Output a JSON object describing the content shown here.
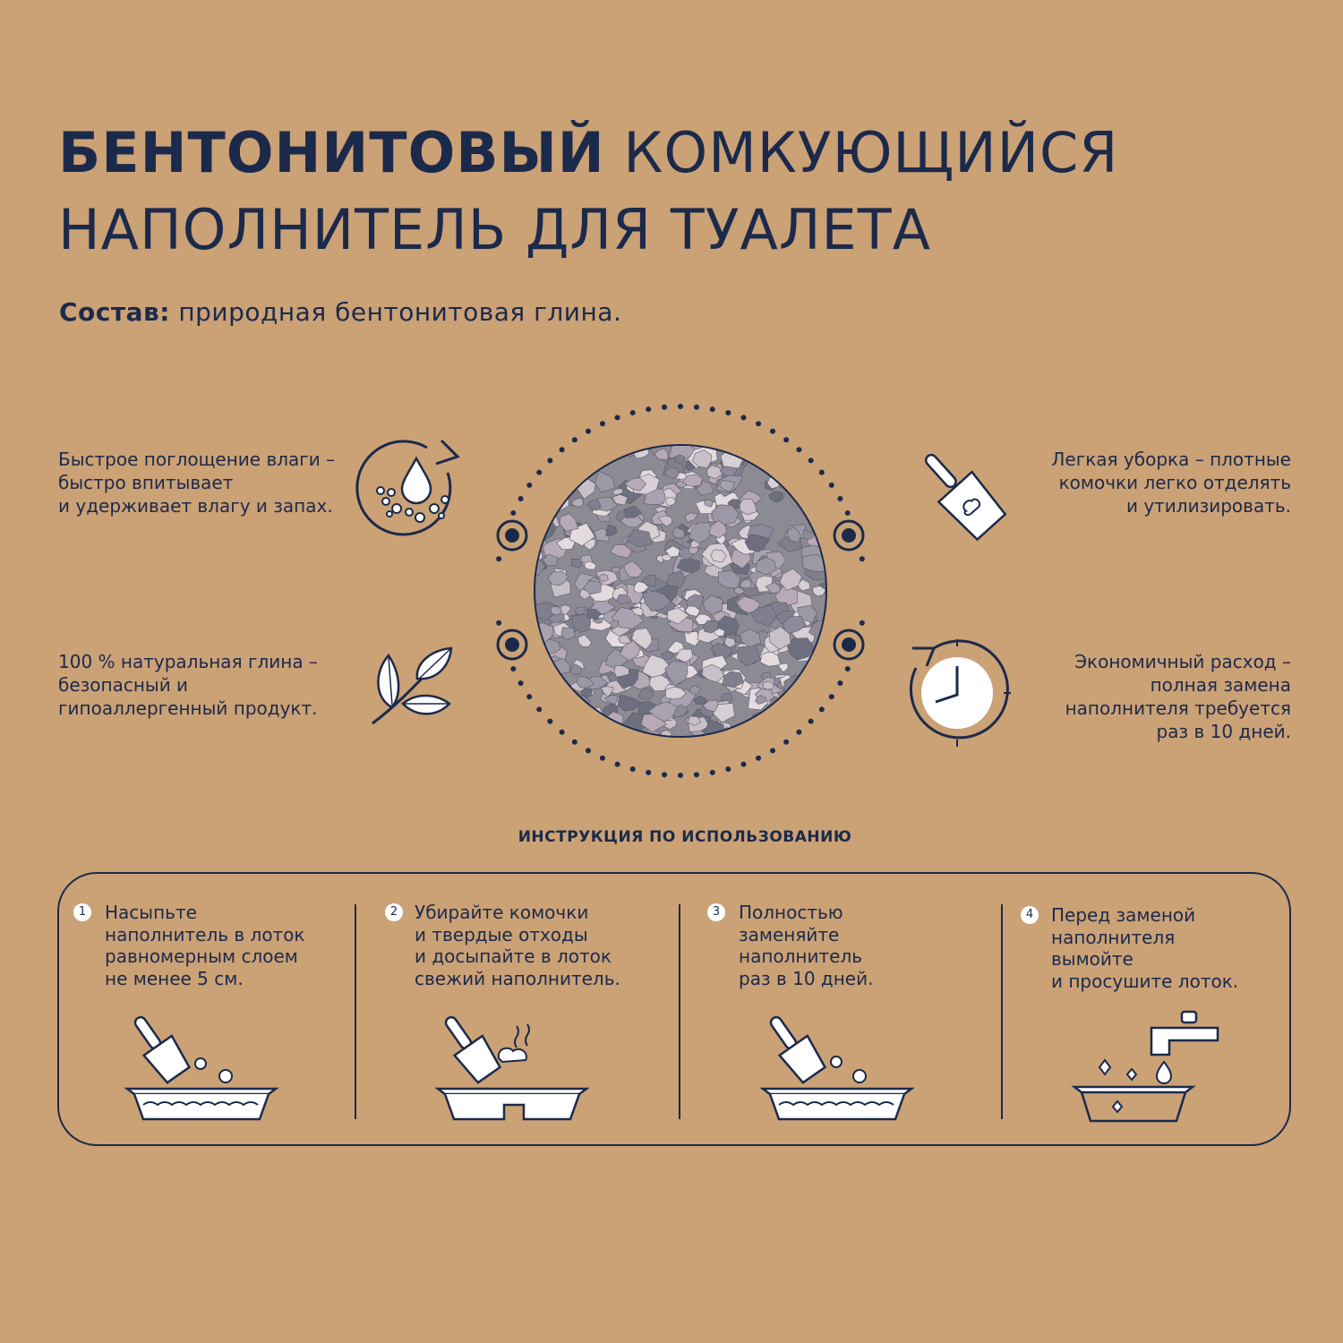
{
  "title": {
    "bold": "БЕНТОНИТОВЫЙ",
    "rest_line1": "КОМКУЮЩИЙСЯ",
    "line2": "НАПОЛНИТЕЛЬ ДЛЯ ТУАЛЕТА"
  },
  "composition": {
    "label": "Состав:",
    "text": "природная бентонитовая глина."
  },
  "features": [
    {
      "icon": "moisture-absorption-icon",
      "text": "Быстрое поглощение влаги –\nбыстро впитывает\nи удерживает влагу и запах."
    },
    {
      "icon": "leaf-icon",
      "text": "100 % натуральная глина –\nбезопасный и\nгипоаллергенный продукт."
    },
    {
      "icon": "scoop-icon",
      "text": "Легкая уборка – плотные\nкомочки легко отделять\nи утилизировать."
    },
    {
      "icon": "clock-icon",
      "text": "Экономичный расход –\nполная замена\nнаполнителя требуется\nраз в 10 дней."
    }
  ],
  "instructions": {
    "title": "ИНСТРУКЦИЯ ПО ИСПОЛЬЗОВАНИЮ",
    "steps": [
      {
        "num": "1",
        "text": "Насыпьте\nнаполнитель в лоток\nравномерным слоем\nне менее 5 см."
      },
      {
        "num": "2",
        "text": "Убирайте комочки\nи твердые отходы\nи досыпайте в лоток\nсвежий наполнитель."
      },
      {
        "num": "3",
        "text": "Полностью\nзаменяйте\nнаполнитель\nраз в 10 дней."
      },
      {
        "num": "4",
        "text": "Перед заменой\nнаполнителя\nвымойте\nи просушите лоток."
      }
    ]
  },
  "colors": {
    "background": "#cba176",
    "navy": "#1b2a4a",
    "white": "#ffffff"
  }
}
